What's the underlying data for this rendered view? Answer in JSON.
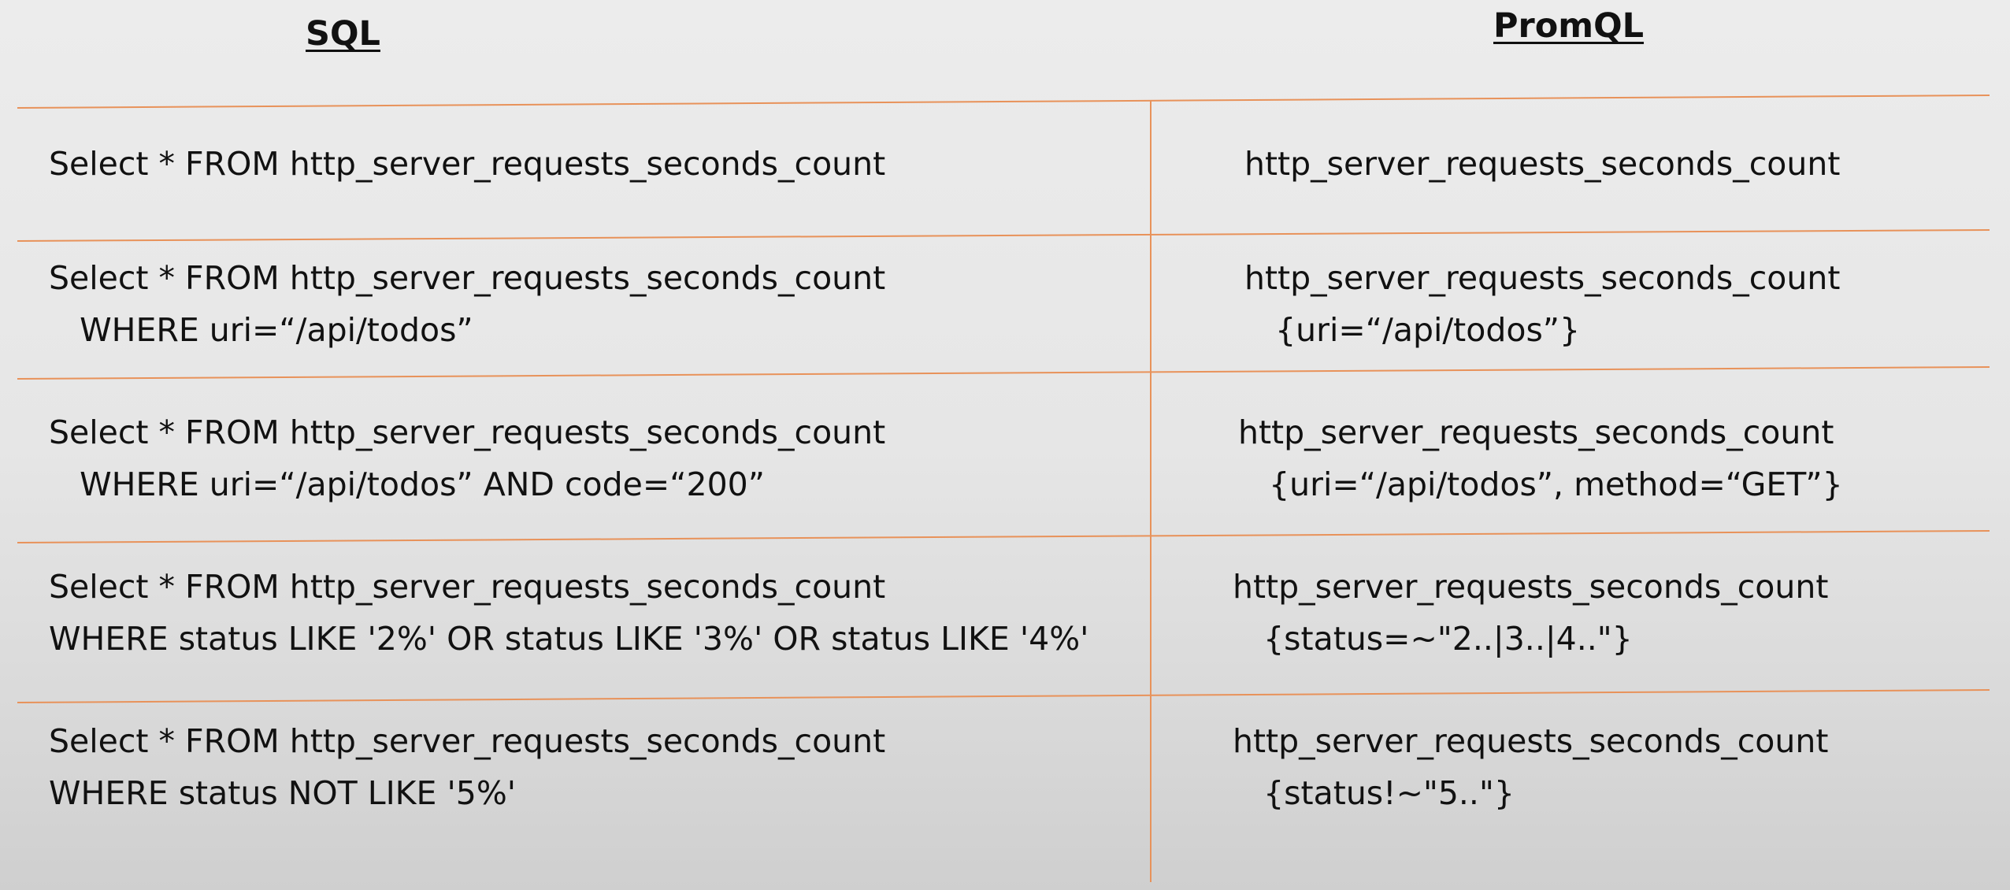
{
  "headers": {
    "sql": "SQL",
    "promql": "PromQL"
  },
  "rows": [
    {
      "sql": "Select * FROM http_server_requests_seconds_count",
      "promql": "http_server_requests_seconds_count"
    },
    {
      "sql": "Select * FROM http_server_requests_seconds_count\n   WHERE uri=“/api/todos”",
      "promql": "http_server_requests_seconds_count\n   {uri=“/api/todos”}"
    },
    {
      "sql": "Select * FROM http_server_requests_seconds_count\n   WHERE uri=“/api/todos” AND code=“200”",
      "promql": "http_server_requests_seconds_count\n   {uri=“/api/todos”, method=“GET”}"
    },
    {
      "sql": "Select * FROM http_server_requests_seconds_count\nWHERE status LIKE '2%' OR status LIKE '3%' OR status LIKE '4%'",
      "promql": "http_server_requests_seconds_count\n   {status=~\"2..|3..|4..\"}"
    },
    {
      "sql": "Select * FROM http_server_requests_seconds_count\nWHERE status NOT LIKE '5%'",
      "promql": "http_server_requests_seconds_count\n   {status!~\"5..\"}"
    }
  ],
  "colors": {
    "rule": "#e8925a",
    "text": "#111111"
  }
}
